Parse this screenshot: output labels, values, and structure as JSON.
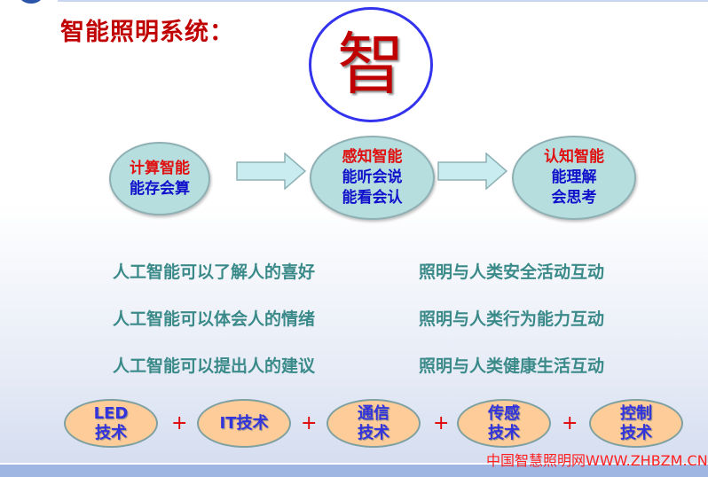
{
  "title": "智能照明系统：",
  "center_char": "智",
  "stages": [
    {
      "heading": "计算智能",
      "lines": [
        "能存会算"
      ]
    },
    {
      "heading": "感知智能",
      "lines": [
        "能听会说",
        "能看会认"
      ]
    },
    {
      "heading": "认知智能",
      "lines": [
        "能理解",
        "会思考"
      ]
    }
  ],
  "left_items": [
    "人工智能可以了解人的喜好",
    "人工智能可以体会人的情绪",
    "人工智能可以提出人的建议"
  ],
  "right_items": [
    "照明与人类安全活动互动",
    "照明与人类行为能力互动",
    "照明与人类健康生活互动"
  ],
  "technologies": [
    {
      "lines": [
        "LED",
        "技术"
      ]
    },
    {
      "lines": [
        "IT技术"
      ]
    },
    {
      "lines": [
        "通信",
        "技术"
      ]
    },
    {
      "lines": [
        "传感",
        "技术"
      ]
    },
    {
      "lines": [
        "控制",
        "技术"
      ]
    }
  ],
  "plus": "+",
  "watermark": "中国智慧照明网WWW.ZHBZM.CN",
  "colors": {
    "title": "#c00000",
    "heading": "#e01010",
    "body": "#1010cc",
    "row_text": "#3b8a8a",
    "tech_fill": "#fdcc99",
    "circle": "#3333ee"
  }
}
